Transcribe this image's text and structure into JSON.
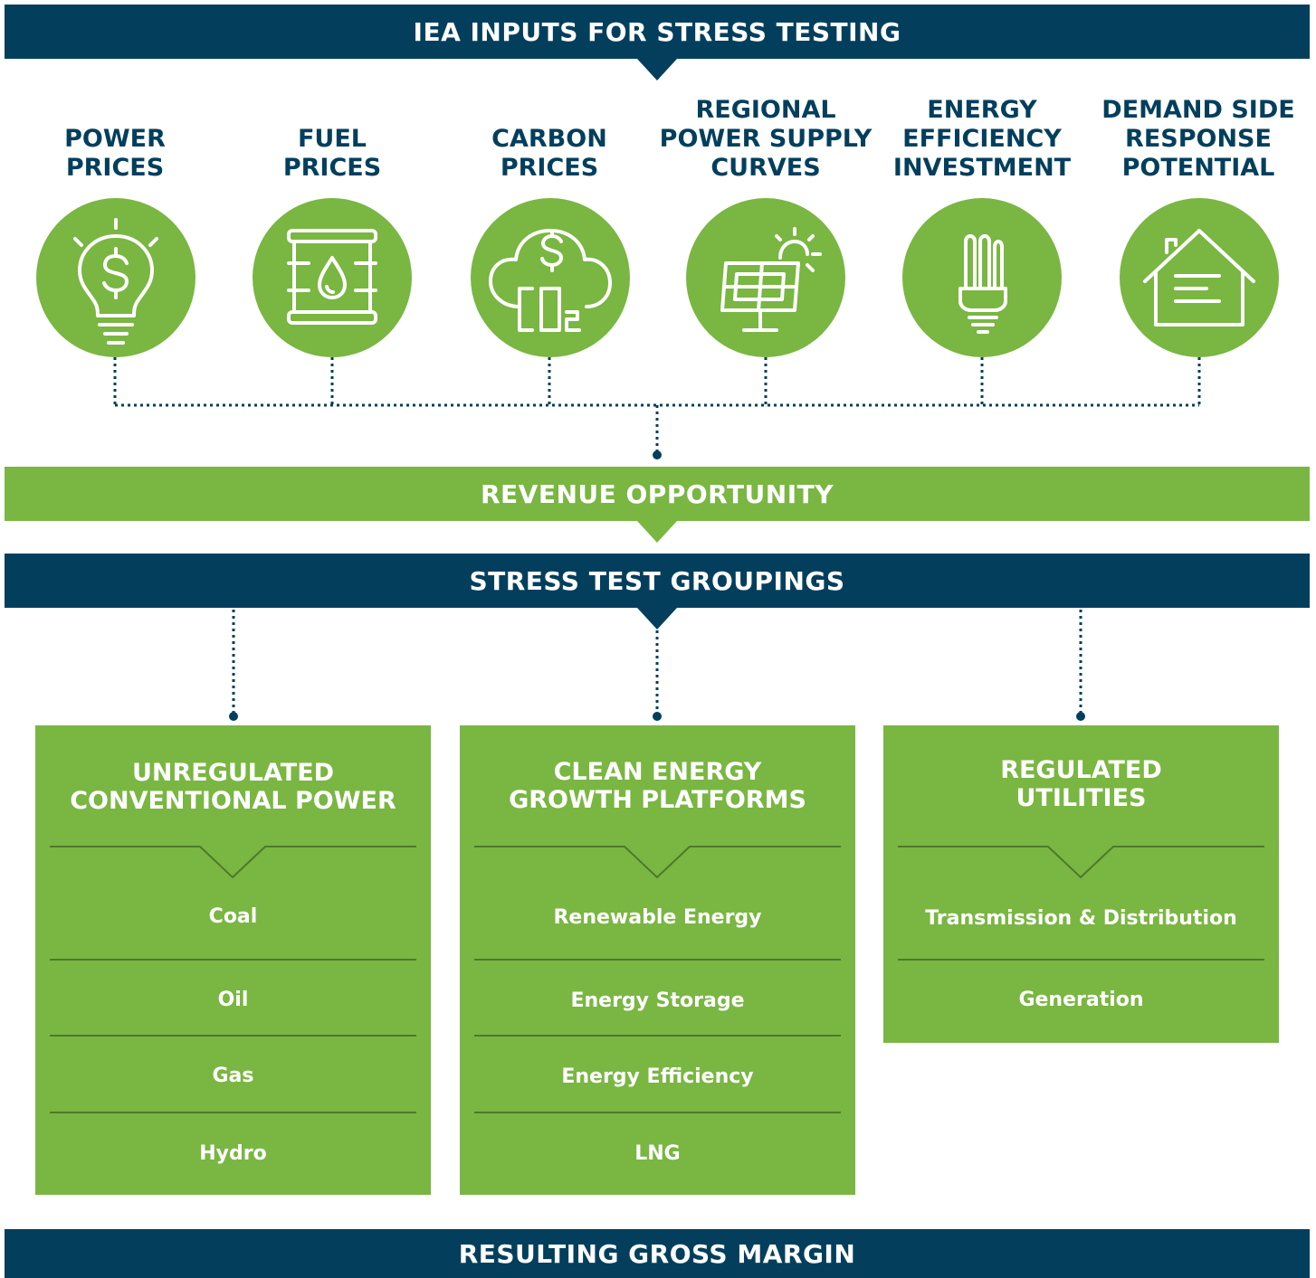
{
  "header": {
    "title": "IEA INPUTS FOR STRESS TESTING"
  },
  "inputs": [
    {
      "label": "POWER\nPRICES",
      "icon": "lightbulb-dollar-icon"
    },
    {
      "label": "FUEL\nPRICES",
      "icon": "oil-barrel-icon"
    },
    {
      "label": "CARBON\nPRICES",
      "icon": "cloud-co2-dollar-icon"
    },
    {
      "label": "REGIONAL\nPOWER SUPPLY\nCURVES",
      "icon": "solar-panel-icon"
    },
    {
      "label": "ENERGY\nEFFICIENCY\nINVESTMENT",
      "icon": "cfl-bulb-icon"
    },
    {
      "label": "DEMAND SIDE\nRESPONSE\nPOTENTIAL",
      "icon": "house-icon"
    }
  ],
  "revenue": {
    "title": "REVENUE OPPORTUNITY"
  },
  "groupings": {
    "title": "STRESS TEST GROUPINGS"
  },
  "groups": [
    {
      "title": "UNREGULATED\nCONVENTIONAL POWER",
      "items": [
        "Coal",
        "Oil",
        "Gas",
        "Hydro"
      ]
    },
    {
      "title": "CLEAN ENERGY\nGROWTH PLATFORMS",
      "items": [
        "Renewable Energy",
        "Energy Storage",
        "Energy Efficiency",
        "LNG"
      ]
    },
    {
      "title": "REGULATED\nUTILITIES",
      "items": [
        "Transmission & Distribution",
        "Generation"
      ]
    }
  ],
  "footer": {
    "title": "RESULTING GROSS MARGIN"
  },
  "colors": {
    "navy": "#033f5d",
    "green": "#7ab642",
    "dark_green": "#4d7a2a"
  }
}
